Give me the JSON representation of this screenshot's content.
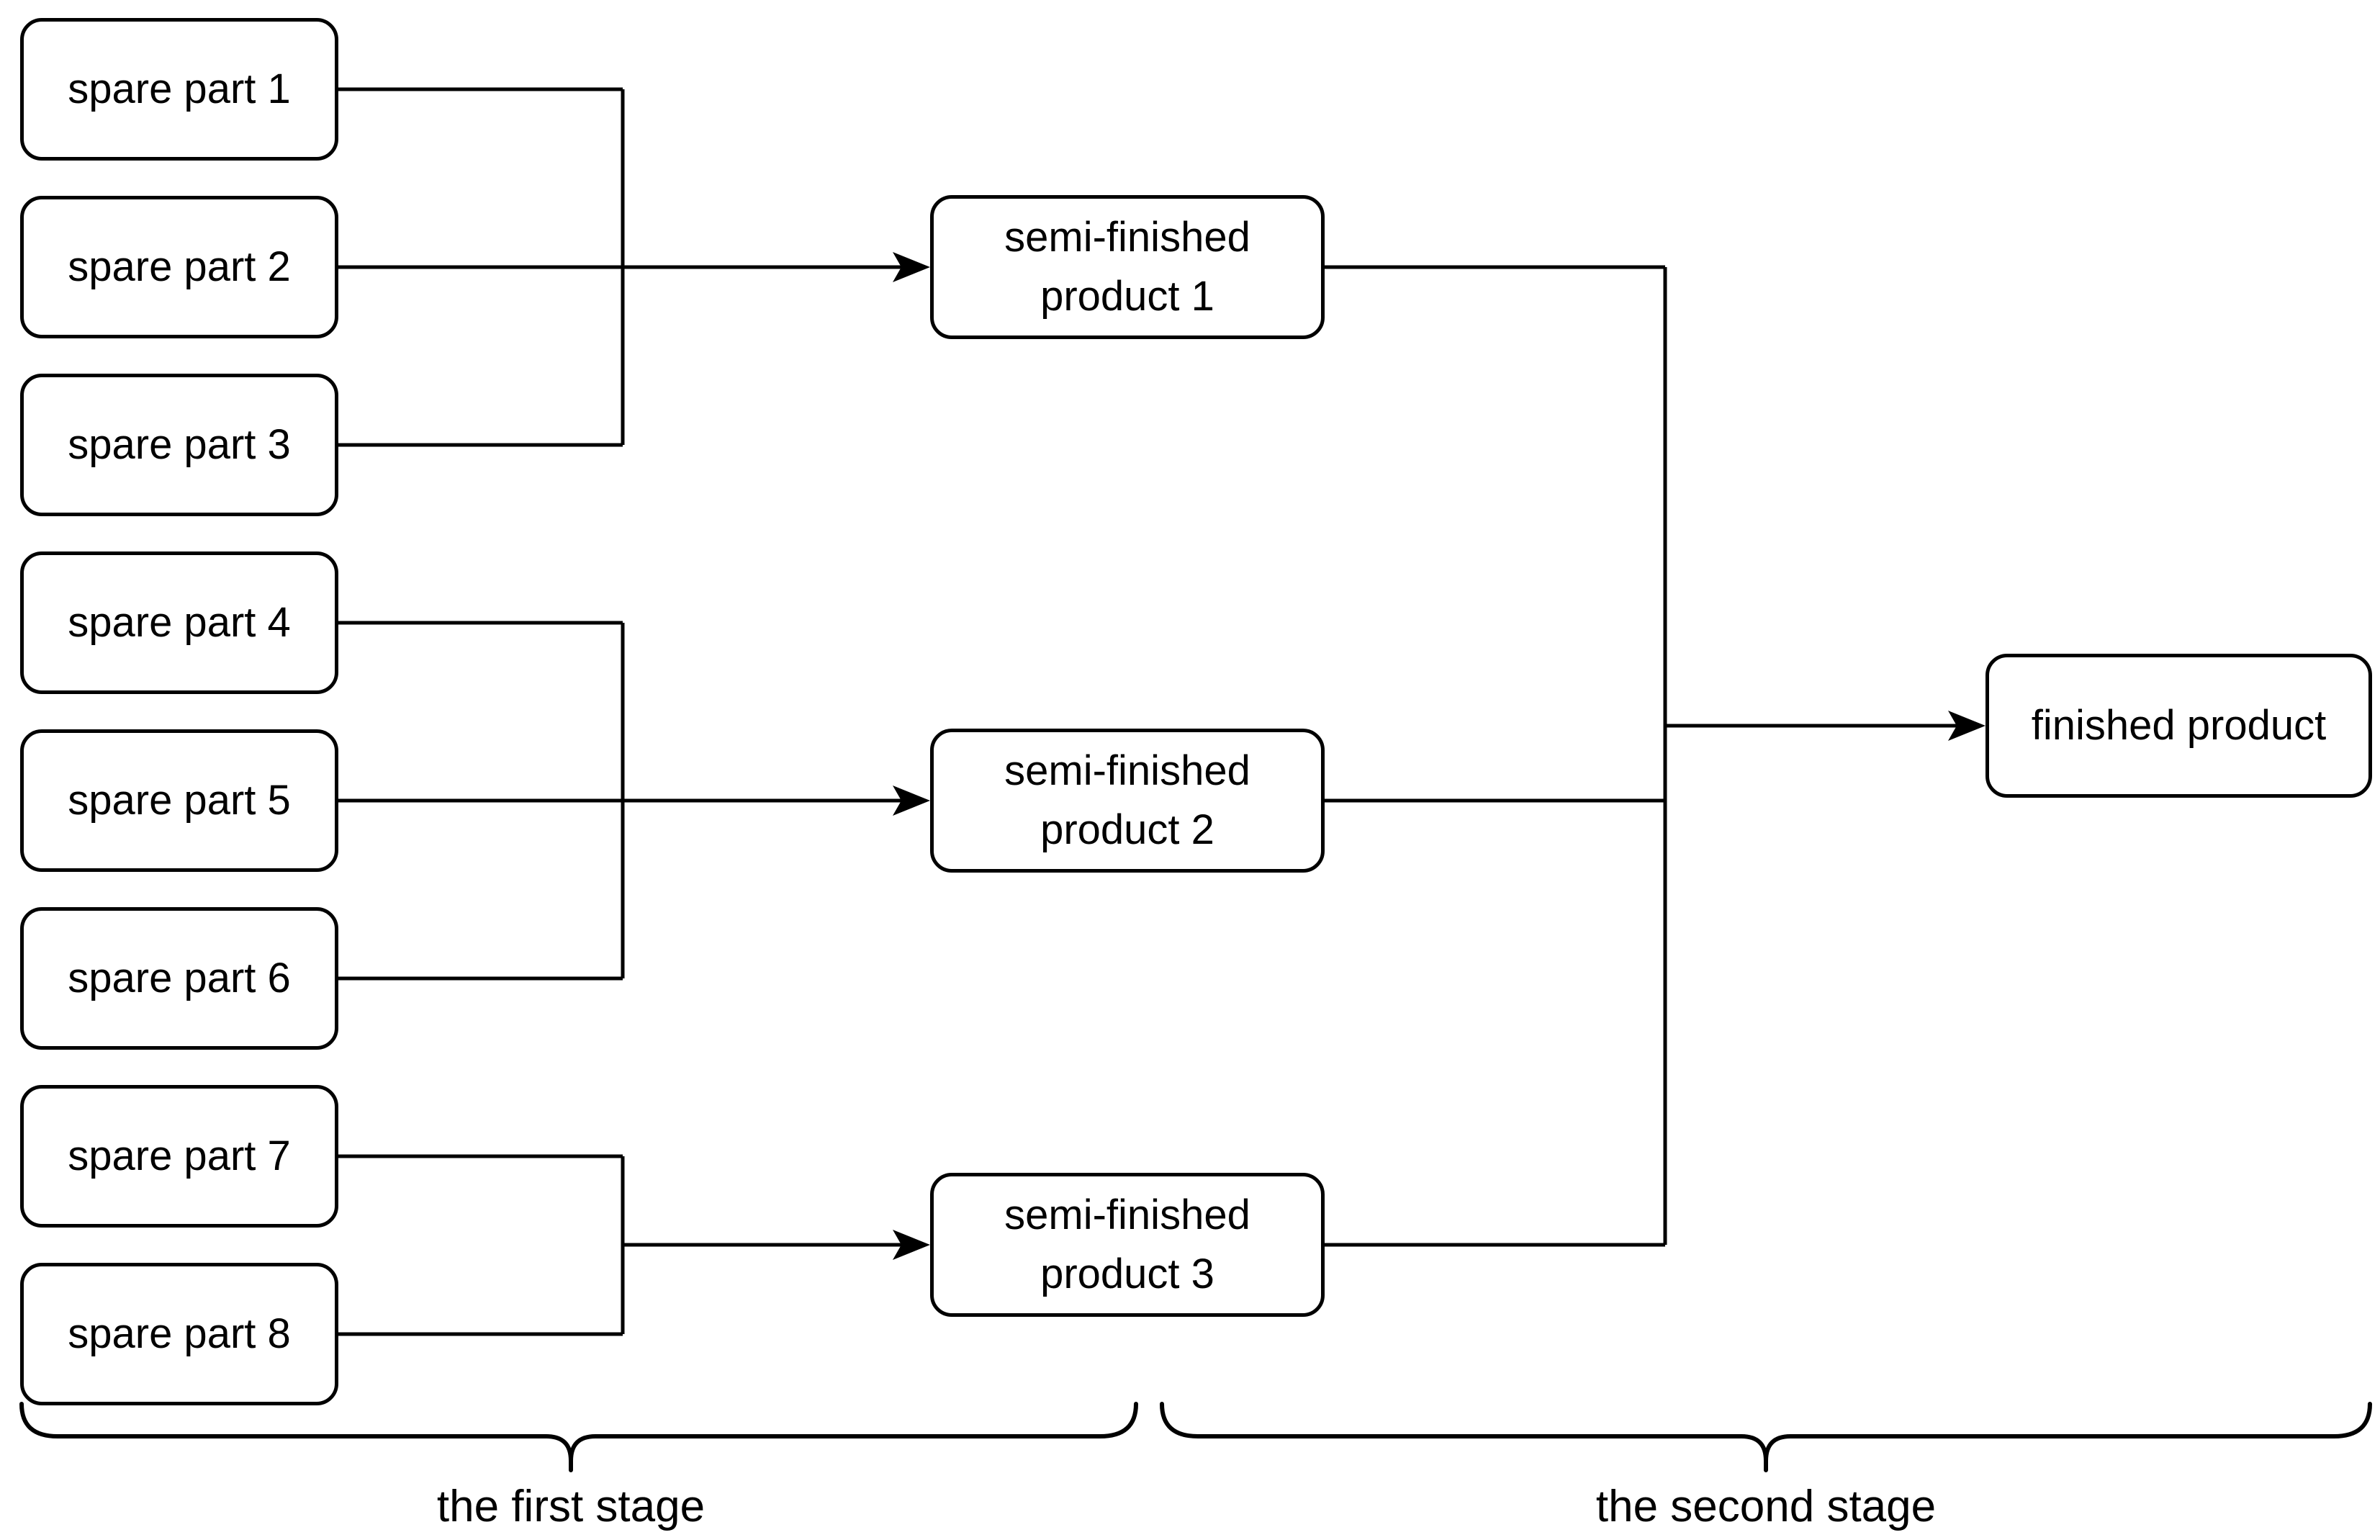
{
  "diagram": {
    "title": "two-stage assembly flowchart",
    "colors": {
      "background": "#ffffff",
      "stroke": "#000000",
      "text": "#000000"
    },
    "nodes": {
      "spare_parts": [
        {
          "label": "spare part 1"
        },
        {
          "label": "spare part 2"
        },
        {
          "label": "spare part 3"
        },
        {
          "label": "spare part 4"
        },
        {
          "label": "spare part 5"
        },
        {
          "label": "spare part 6"
        },
        {
          "label": "spare part 7"
        },
        {
          "label": "spare part 8"
        }
      ],
      "semi_finished_products": [
        {
          "label": "semi-finished product 1"
        },
        {
          "label": "semi-finished product 2"
        },
        {
          "label": "semi-finished product 3"
        }
      ],
      "finished_product": {
        "label": "finished product"
      }
    },
    "edges": [
      {
        "from": "spare part 1",
        "to": "semi-finished product 1"
      },
      {
        "from": "spare part 2",
        "to": "semi-finished product 1"
      },
      {
        "from": "spare part 3",
        "to": "semi-finished product 1"
      },
      {
        "from": "spare part 4",
        "to": "semi-finished product 2"
      },
      {
        "from": "spare part 5",
        "to": "semi-finished product 2"
      },
      {
        "from": "spare part 6",
        "to": "semi-finished product 2"
      },
      {
        "from": "spare part 7",
        "to": "semi-finished product 3"
      },
      {
        "from": "spare part 8",
        "to": "semi-finished product 3"
      },
      {
        "from": "semi-finished product 1",
        "to": "finished product"
      },
      {
        "from": "semi-finished product 2",
        "to": "finished product"
      },
      {
        "from": "semi-finished product 3",
        "to": "finished product"
      }
    ],
    "stages": {
      "first": {
        "label": "the first stage"
      },
      "second": {
        "label": "the second stage"
      }
    }
  }
}
